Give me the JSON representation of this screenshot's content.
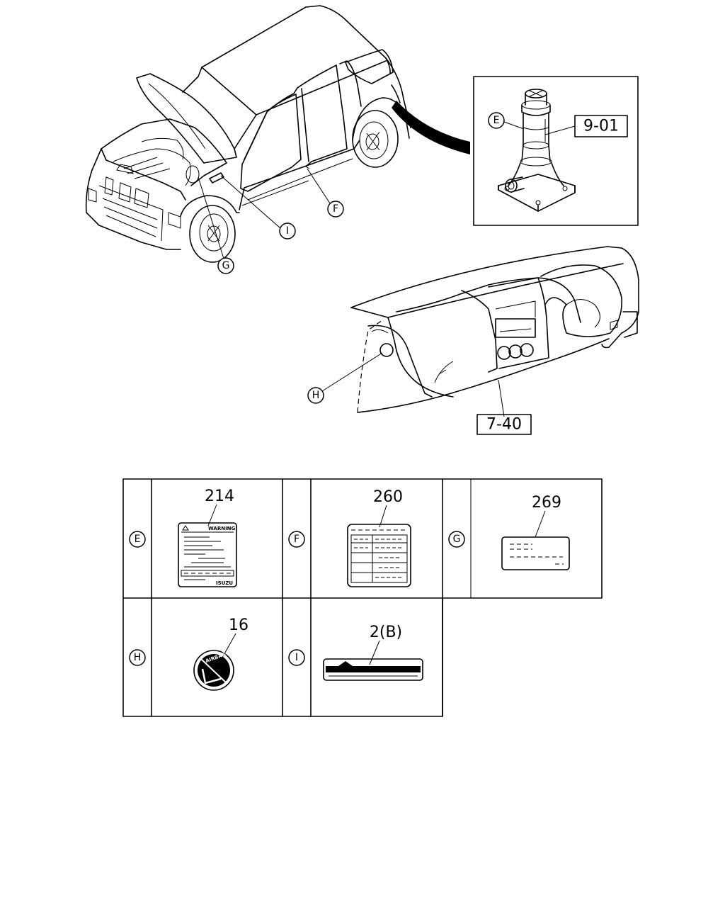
{
  "callouts": {
    "vehicle_i": "I",
    "vehicle_f": "F",
    "vehicle_g": "G",
    "jack_e": "E",
    "dash_h": "H"
  },
  "references": {
    "jack": "9-01",
    "instrument_panel": "7-40"
  },
  "table": {
    "rows": [
      [
        {
          "letter": "E",
          "part": "214",
          "label": "warning-label",
          "label_text": "WARNING",
          "brand": "ISUZU"
        },
        {
          "letter": "F",
          "part": "260",
          "label": "tire-pressure-label"
        },
        {
          "letter": "G",
          "part": "269",
          "label": "engine-label"
        }
      ],
      [
        {
          "letter": "H",
          "part": "16",
          "label": "airbag-round-label",
          "label_text": "AIRBAG"
        },
        {
          "letter": "I",
          "part": "2(B)",
          "label": "strip-label"
        }
      ]
    ]
  }
}
